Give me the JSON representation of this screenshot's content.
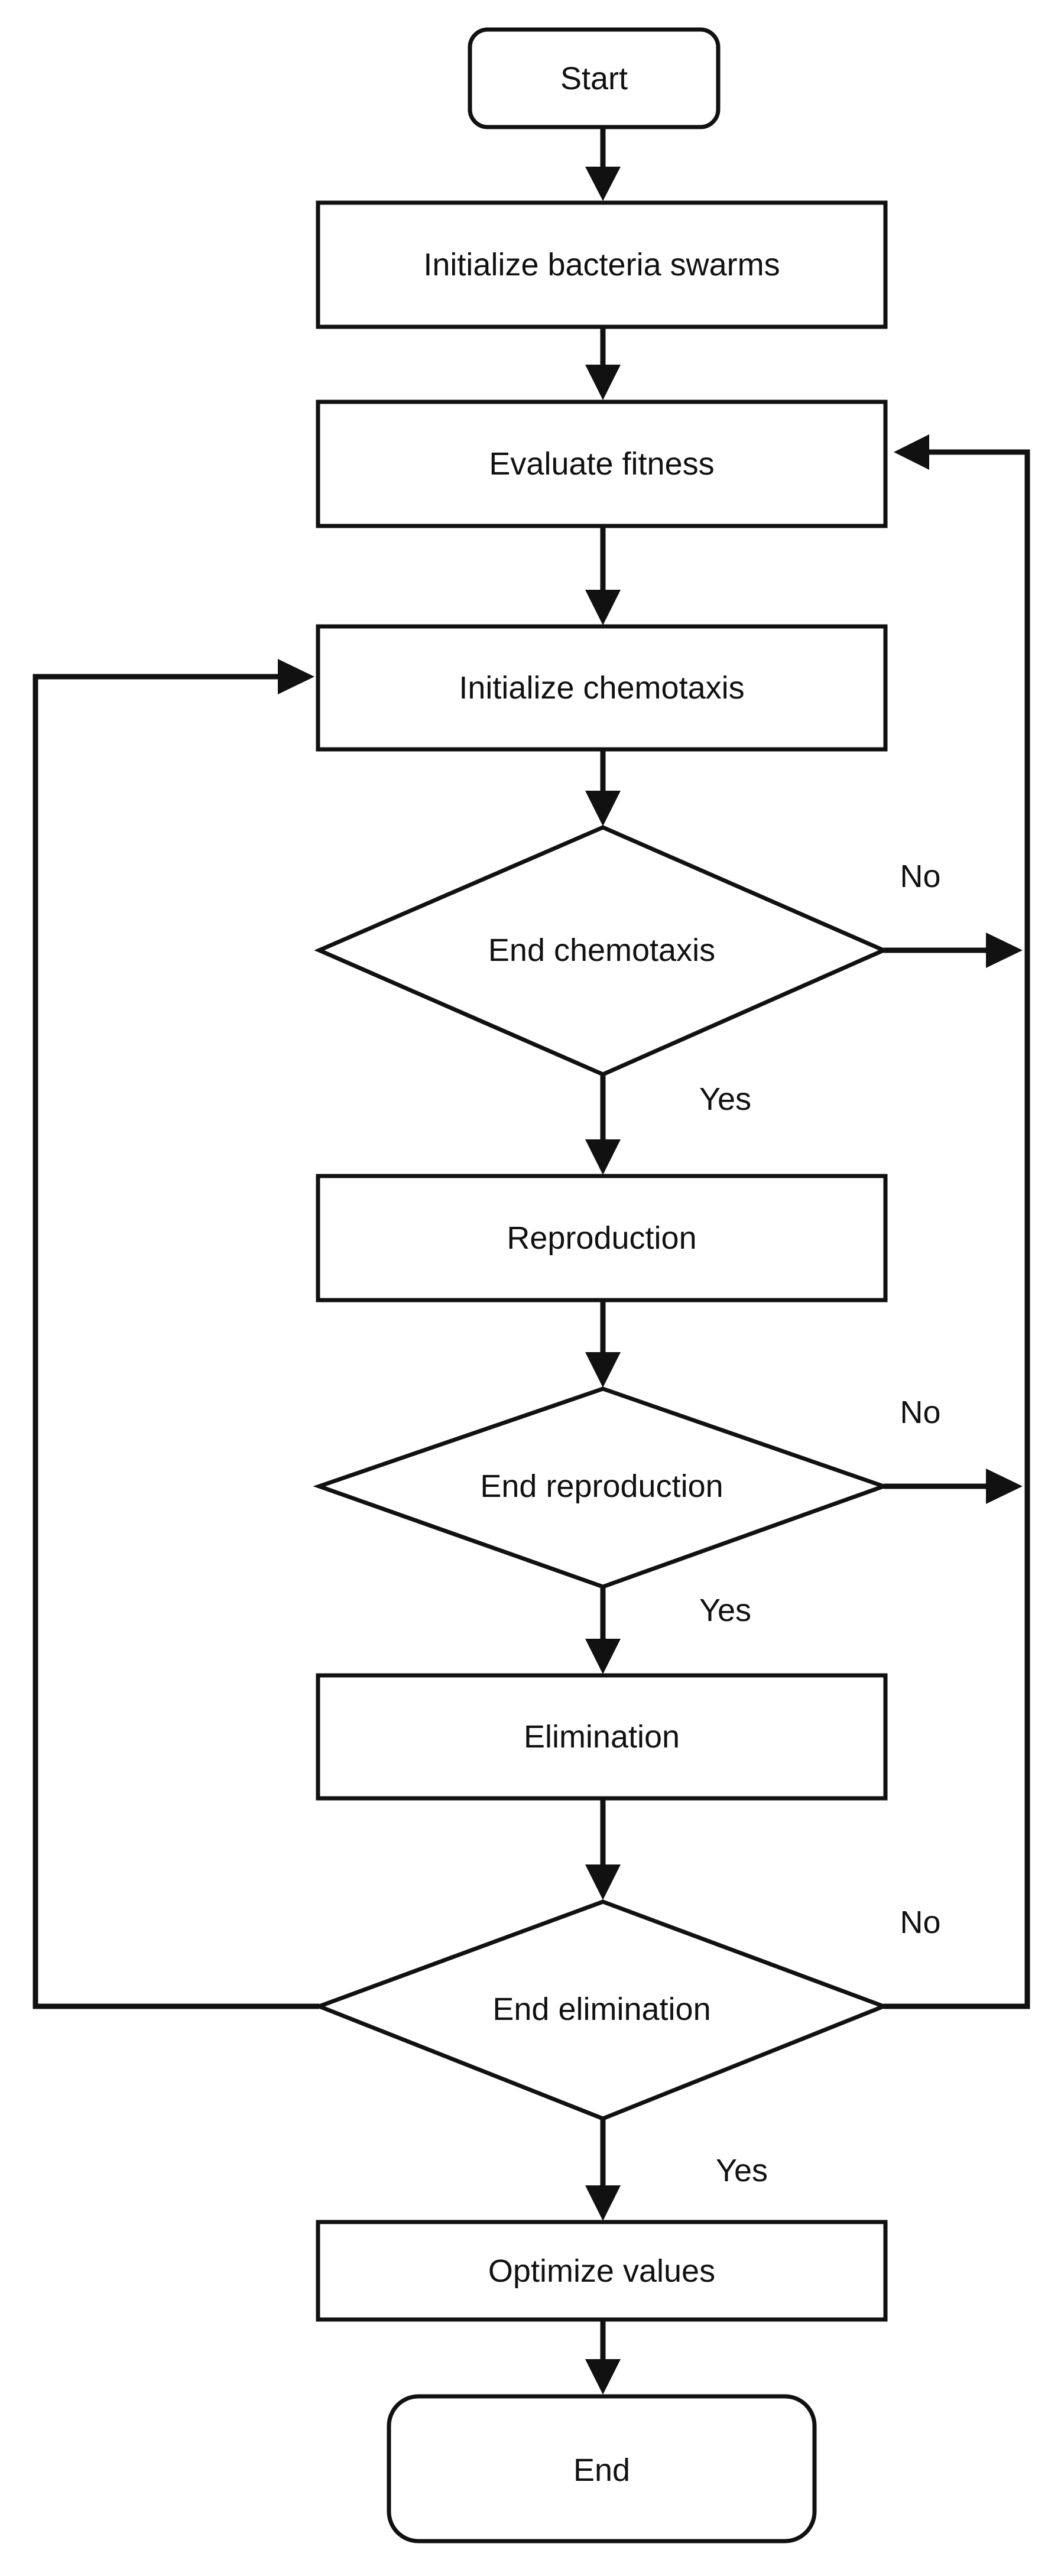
{
  "nodes": {
    "start": "Start",
    "init_swarms": "Initialize bacteria swarms",
    "evaluate_fitness": "Evaluate fitness",
    "init_chemotaxis": "Initialize chemotaxis",
    "end_chemotaxis": "End chemotaxis",
    "reproduction": "Reproduction",
    "end_reproduction": "End reproduction",
    "elimination": "Elimination",
    "end_elimination": "End elimination",
    "optimize_values": "Optimize values",
    "end": "End"
  },
  "edge_labels": {
    "chemotaxis_no": "No",
    "chemotaxis_yes": "Yes",
    "reproduction_no": "No",
    "reproduction_yes": "Yes",
    "elimination_no": "No",
    "elimination_yes": "Yes"
  },
  "colors": {
    "stroke": "#111111",
    "fill": "#ffffff",
    "background": "#ffffff"
  }
}
